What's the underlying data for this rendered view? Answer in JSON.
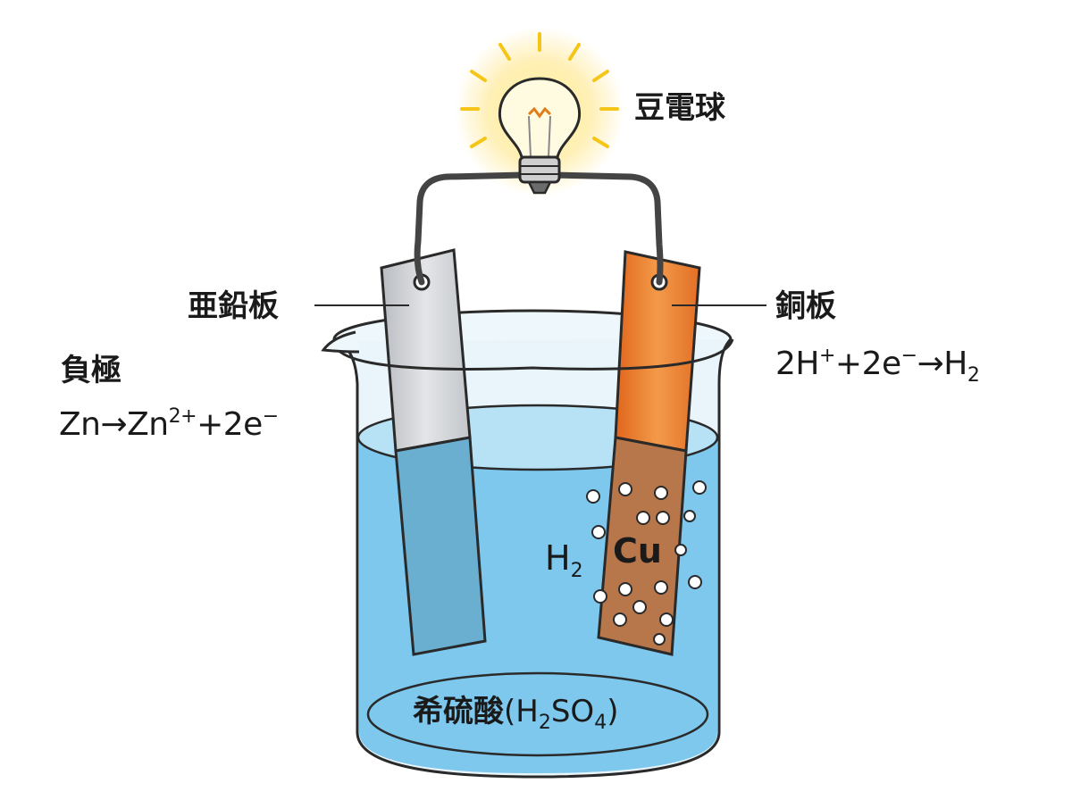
{
  "labels": {
    "bulb": "豆電球",
    "zinc_plate": "亜鉛板",
    "copper_plate": "銅板",
    "negative_electrode": "負極",
    "solution": "希硫酸",
    "copper_symbol": "Cu"
  },
  "equations": {
    "anode": {
      "p1": "Zn→Zn",
      "sup": "2+",
      "p2": "+2e",
      "sup2": "−"
    },
    "cathode": {
      "p1": "2H",
      "sup1": "+",
      "p2": "+2e",
      "sup2": "−",
      "p3": "→H",
      "sub": "2"
    }
  },
  "hydrogen": {
    "symbol": "H",
    "sub": "2"
  },
  "solution_formula": {
    "open": "(H",
    "sub1": "2",
    "mid": "SO",
    "sub2": "4",
    "close": ")"
  },
  "colors": {
    "water": "#7ec8ee",
    "glass": "#e9f5fb",
    "zinc": "#c9ccd0",
    "copper": "#e8782c",
    "copper_submerged": "#b8774a",
    "wire": "#444444",
    "bulb_glow": "#ffe37a"
  }
}
